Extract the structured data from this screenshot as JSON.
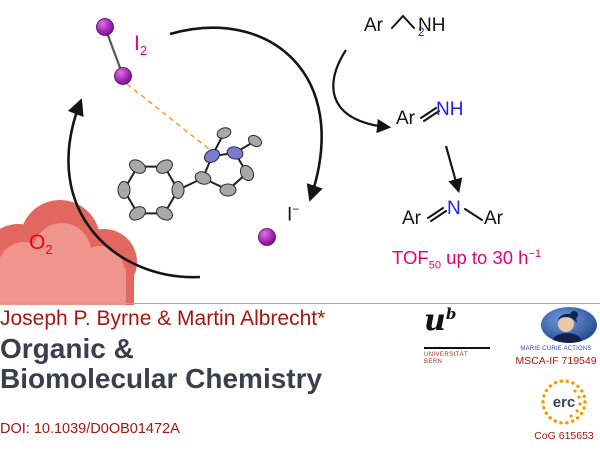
{
  "colors": {
    "magenta": "#e6007e",
    "nitrogen_blue": "#1f1fe8",
    "oxygen_red": "#e30613",
    "dark_red_text": "#a5170e",
    "journal_title": "#3d3d4d",
    "iodine_purple": "#a829b8",
    "erc_orange": "#f59b00",
    "msca_blue": "#2b4d9b"
  },
  "scheme": {
    "i2": {
      "symbol": "I",
      "sub": "2"
    },
    "iodide": {
      "symbol": "I",
      "sup": "−"
    },
    "o2": {
      "symbol": "O",
      "sub": "2"
    },
    "amine": {
      "ar": "Ar",
      "group": "NH",
      "sub": "2"
    },
    "imine": {
      "ar": "Ar",
      "group": "NH"
    },
    "diimine": {
      "ar_left": "Ar",
      "n": "N",
      "ar_right": "Ar"
    },
    "tof": {
      "label": "TOF",
      "sub": "50",
      "text": " up to 30 h",
      "sup": "−1"
    }
  },
  "footer": {
    "authors": "Joseph P. Byrne & Martin Albrecht*",
    "journal_line1": "Organic &",
    "journal_line2": "Biomolecular Chemistry",
    "doi": "DOI: 10.1039/D0OB01472A"
  },
  "logos": {
    "unibe": {
      "u": "u",
      "b": "b",
      "line1": "UNIVERSITÄT",
      "line2": "BERN"
    },
    "msca": {
      "caption": "MARIE CURIE ACTIONS",
      "grant": "MSCA-IF 719549"
    },
    "erc": {
      "label": "erc",
      "grant": "CoG 615653"
    }
  }
}
